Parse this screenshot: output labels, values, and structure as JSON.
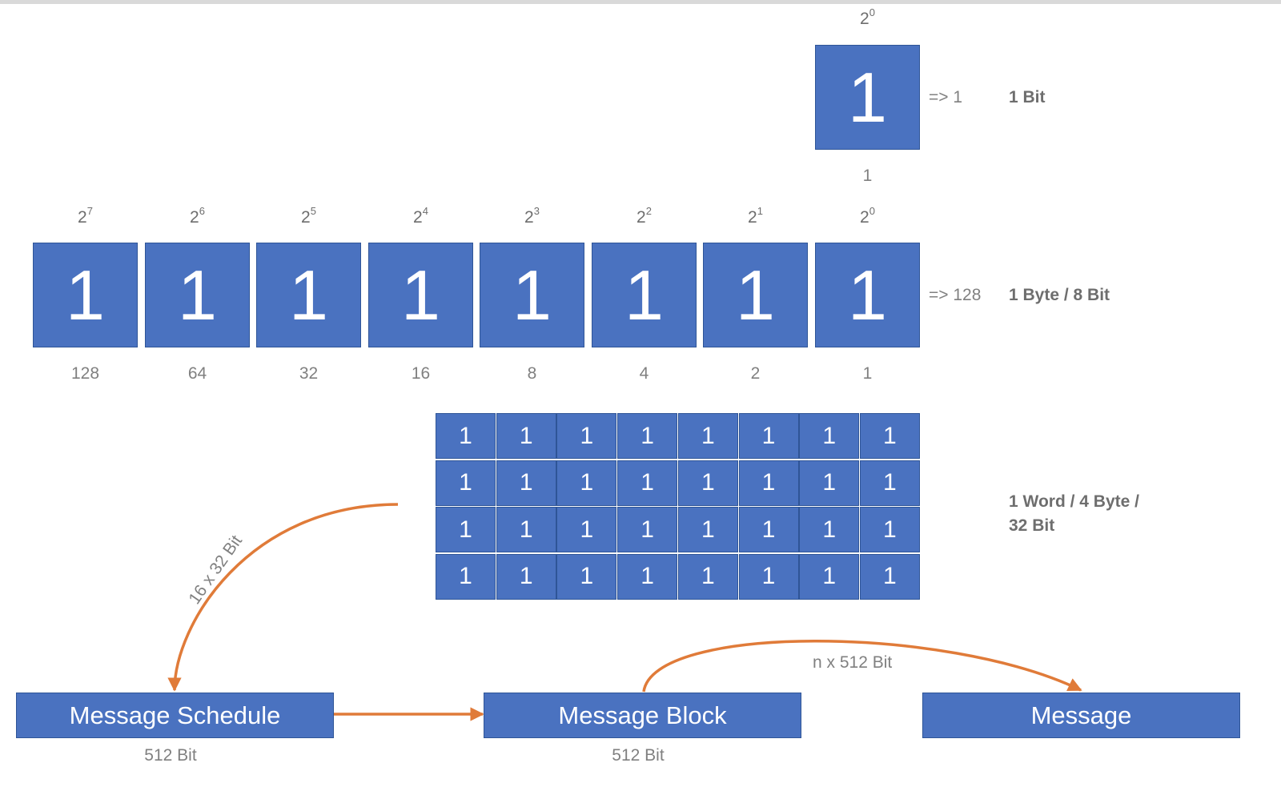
{
  "bit_row": {
    "power": {
      "base": "2",
      "exp": "0"
    },
    "value": "1",
    "place": "1",
    "result": "=> 1",
    "title": "1 Bit"
  },
  "byte_row": {
    "cells": [
      {
        "base": "2",
        "exp": "7",
        "value": "1",
        "place": "128"
      },
      {
        "base": "2",
        "exp": "6",
        "value": "1",
        "place": "64"
      },
      {
        "base": "2",
        "exp": "5",
        "value": "1",
        "place": "32"
      },
      {
        "base": "2",
        "exp": "4",
        "value": "1",
        "place": "16"
      },
      {
        "base": "2",
        "exp": "3",
        "value": "1",
        "place": "8"
      },
      {
        "base": "2",
        "exp": "2",
        "value": "1",
        "place": "4"
      },
      {
        "base": "2",
        "exp": "1",
        "value": "1",
        "place": "2"
      },
      {
        "base": "2",
        "exp": "0",
        "value": "1",
        "place": "1"
      }
    ],
    "result": "=> 128",
    "title": "1 Byte / 8 Bit"
  },
  "word_grid": {
    "rows": [
      [
        "1",
        "1",
        "1",
        "1",
        "1",
        "1",
        "1",
        "1"
      ],
      [
        "1",
        "1",
        "1",
        "1",
        "1",
        "1",
        "1",
        "1"
      ],
      [
        "1",
        "1",
        "1",
        "1",
        "1",
        "1",
        "1",
        "1"
      ],
      [
        "1",
        "1",
        "1",
        "1",
        "1",
        "1",
        "1",
        "1"
      ]
    ],
    "title_line1": "1 Word / 4 Byte /",
    "title_line2": "32 Bit"
  },
  "flow": {
    "schedule": {
      "label": "Message Schedule",
      "size": "512 Bit"
    },
    "block": {
      "label": "Message Block",
      "size": "512 Bit"
    },
    "message": {
      "label": "Message"
    },
    "arc_word_label": "16 x 32 Bit",
    "arc_message_label": "n x 512 Bit",
    "arrow_color": "#e07b39",
    "box_color": "#4a72c0"
  }
}
